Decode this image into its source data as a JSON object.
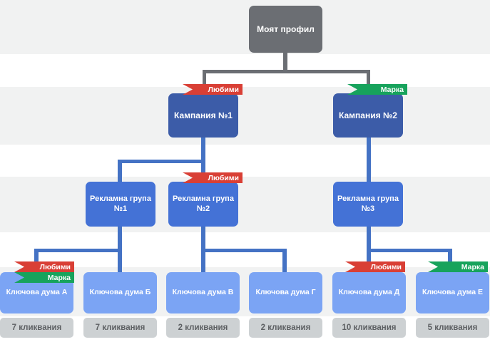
{
  "diagram": {
    "title": "Google Ads account hierarchy tree",
    "colors": {
      "profile": "#6b6e73",
      "campaign": "#3c5ca8",
      "adgroup": "#4472d6",
      "keyword": "#7ba4f4",
      "keyword_footer": "#cdd1d3",
      "badge_favorite": "#d93f35",
      "badge_brand": "#17a35c",
      "band": "#f1f2f2",
      "connector_blue": "#4472c4",
      "connector_gray": "#6b6e73"
    },
    "badge_labels": {
      "favorite": "Любими",
      "brand": "Марка"
    },
    "profile": {
      "label": "Моят профил"
    },
    "campaigns": [
      {
        "label": "Кампания №1",
        "badges": [
          "favorite"
        ]
      },
      {
        "label": "Кампания №2",
        "badges": [
          "brand"
        ]
      }
    ],
    "ad_groups": [
      {
        "label": "Рекламна група №1",
        "badges": []
      },
      {
        "label": "Рекламна група №2",
        "badges": [
          "favorite"
        ]
      },
      {
        "label": "Рекламна група №3",
        "badges": []
      }
    ],
    "keywords": [
      {
        "label": "Ключова дума А",
        "clicks": "7 кликвания",
        "badges": [
          "favorite",
          "brand"
        ]
      },
      {
        "label": "Ключова дума Б",
        "clicks": "7 кликвания",
        "badges": []
      },
      {
        "label": "Ключова дума В",
        "clicks": "2 кликвания",
        "badges": []
      },
      {
        "label": "Ключова дума Г",
        "clicks": "2 кликвания",
        "badges": []
      },
      {
        "label": "Ключова дума Д",
        "clicks": "10 кликвания",
        "badges": [
          "favorite"
        ]
      },
      {
        "label": "Ключова дума Е",
        "clicks": "5 кликвания",
        "badges": [
          "brand"
        ]
      }
    ]
  }
}
